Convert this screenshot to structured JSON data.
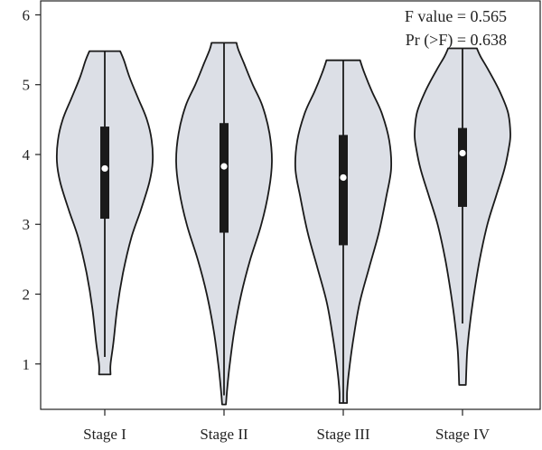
{
  "chart_data": {
    "type": "violin",
    "categories": [
      "Stage I",
      "Stage II",
      "Stage III",
      "Stage IV"
    ],
    "ylim": [
      0.35,
      6.2
    ],
    "yticks": [
      1,
      2,
      3,
      4,
      5,
      6
    ],
    "ytick_labels": [
      "1",
      "2",
      "3",
      "4",
      "5",
      "6"
    ],
    "xlabel": "",
    "ylabel": "",
    "title": "",
    "grid": false,
    "annotations": [
      "F value = 0.565",
      "Pr (>F) = 0.638"
    ],
    "colors": {
      "violin_fill": "#dcdfe6",
      "stroke": "#1a1a1a",
      "box": "#1a1a1a",
      "median": "#ffffff"
    },
    "series": [
      {
        "category": "Stage I",
        "min": 0.85,
        "max": 5.48,
        "whisker_low": 1.1,
        "whisker_high": 5.48,
        "q1": 3.08,
        "median": 3.8,
        "q3": 4.4,
        "density": [
          [
            0.85,
            0.12
          ],
          [
            1.0,
            0.12
          ],
          [
            1.3,
            0.18
          ],
          [
            1.8,
            0.26
          ],
          [
            2.3,
            0.38
          ],
          [
            2.8,
            0.55
          ],
          [
            3.2,
            0.75
          ],
          [
            3.6,
            0.93
          ],
          [
            3.9,
            1.0
          ],
          [
            4.2,
            0.98
          ],
          [
            4.5,
            0.88
          ],
          [
            4.8,
            0.7
          ],
          [
            5.1,
            0.52
          ],
          [
            5.35,
            0.4
          ],
          [
            5.48,
            0.32
          ]
        ]
      },
      {
        "category": "Stage II",
        "min": 0.42,
        "max": 5.6,
        "whisker_low": 0.55,
        "whisker_high": 5.6,
        "q1": 2.88,
        "median": 3.83,
        "q3": 4.45,
        "density": [
          [
            0.42,
            0.04
          ],
          [
            0.6,
            0.06
          ],
          [
            1.0,
            0.12
          ],
          [
            1.5,
            0.22
          ],
          [
            2.0,
            0.36
          ],
          [
            2.5,
            0.55
          ],
          [
            3.0,
            0.78
          ],
          [
            3.5,
            0.94
          ],
          [
            3.9,
            1.0
          ],
          [
            4.3,
            0.95
          ],
          [
            4.7,
            0.8
          ],
          [
            5.0,
            0.6
          ],
          [
            5.3,
            0.42
          ],
          [
            5.5,
            0.3
          ],
          [
            5.6,
            0.26
          ]
        ]
      },
      {
        "category": "Stage III",
        "min": 0.44,
        "max": 5.35,
        "whisker_low": 0.44,
        "whisker_high": 5.35,
        "q1": 2.7,
        "median": 3.67,
        "q3": 4.28,
        "density": [
          [
            0.44,
            0.08
          ],
          [
            0.6,
            0.08
          ],
          [
            0.9,
            0.12
          ],
          [
            1.4,
            0.22
          ],
          [
            1.9,
            0.35
          ],
          [
            2.4,
            0.55
          ],
          [
            2.9,
            0.75
          ],
          [
            3.4,
            0.9
          ],
          [
            3.8,
            1.0
          ],
          [
            4.2,
            0.96
          ],
          [
            4.6,
            0.8
          ],
          [
            4.9,
            0.6
          ],
          [
            5.15,
            0.45
          ],
          [
            5.35,
            0.35
          ]
        ]
      },
      {
        "category": "Stage IV",
        "min": 0.7,
        "max": 5.52,
        "whisker_low": 1.58,
        "whisker_high": 5.52,
        "q1": 3.25,
        "median": 4.02,
        "q3": 4.38,
        "density": [
          [
            0.7,
            0.07
          ],
          [
            0.9,
            0.08
          ],
          [
            1.2,
            0.1
          ],
          [
            1.6,
            0.16
          ],
          [
            2.0,
            0.24
          ],
          [
            2.5,
            0.36
          ],
          [
            3.0,
            0.52
          ],
          [
            3.4,
            0.7
          ],
          [
            3.8,
            0.88
          ],
          [
            4.1,
            0.97
          ],
          [
            4.3,
            1.0
          ],
          [
            4.6,
            0.95
          ],
          [
            4.9,
            0.78
          ],
          [
            5.2,
            0.55
          ],
          [
            5.4,
            0.38
          ],
          [
            5.52,
            0.3
          ]
        ]
      }
    ]
  }
}
